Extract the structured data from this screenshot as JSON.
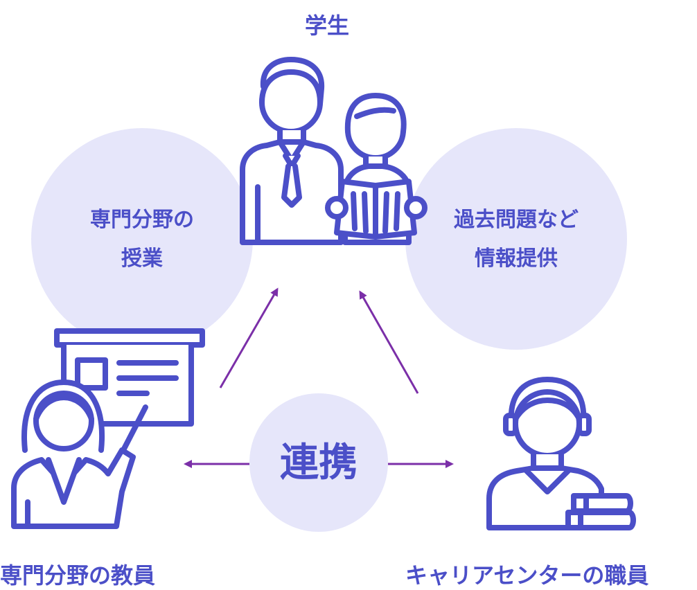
{
  "labels": {
    "students": "学生",
    "faculty": "専門分野の教員",
    "career_staff": "キャリアセンターの職員"
  },
  "bubbles": {
    "lectures": [
      "専門分野の",
      "授業"
    ],
    "info": [
      "過去問題など",
      "情報提供"
    ],
    "collaboration": "連携"
  },
  "colors": {
    "primary": "#4B4FC8",
    "bubble": "#E6E6FA",
    "arrow": "#7B2FA8"
  },
  "icons": {
    "students": "students-reading-icon",
    "faculty": "teacher-presenting-icon",
    "career_staff": "staff-with-books-icon"
  }
}
